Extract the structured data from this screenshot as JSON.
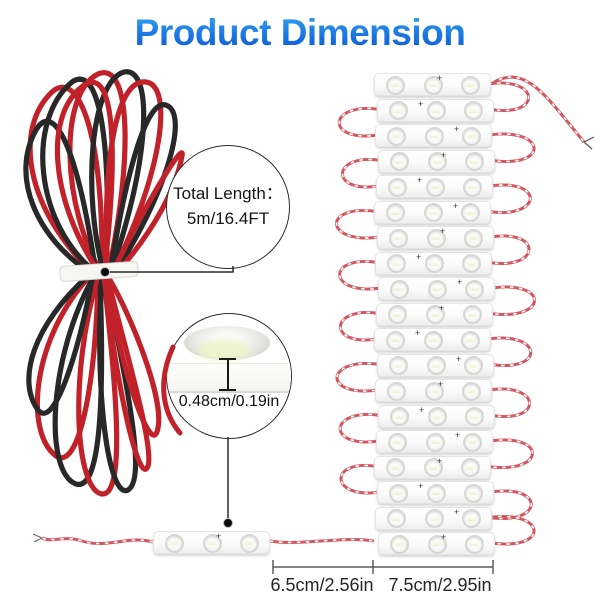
{
  "title": "Product Dimension",
  "callout_total_length": {
    "label": "Total Length：",
    "value": "5m/16.4FT"
  },
  "callout_led_profile": {
    "value": "0.48cm/0.19in"
  },
  "dimension_labels": {
    "wire_gap": "6.5cm/2.56in",
    "module_length": "7.5cm/2.95in"
  },
  "stack": {
    "module_count": 19,
    "leds_per_module": 3,
    "module_plus_mark": "+"
  },
  "bottom_module": {
    "leds_per_module": 3
  },
  "colors": {
    "title_gradient_top": "#35a7f0",
    "title_gradient_bottom": "#0c56d0",
    "module_wire_red": "#d4565e",
    "coil_wire_red": "#c1222a",
    "coil_wire_black": "#282828"
  }
}
